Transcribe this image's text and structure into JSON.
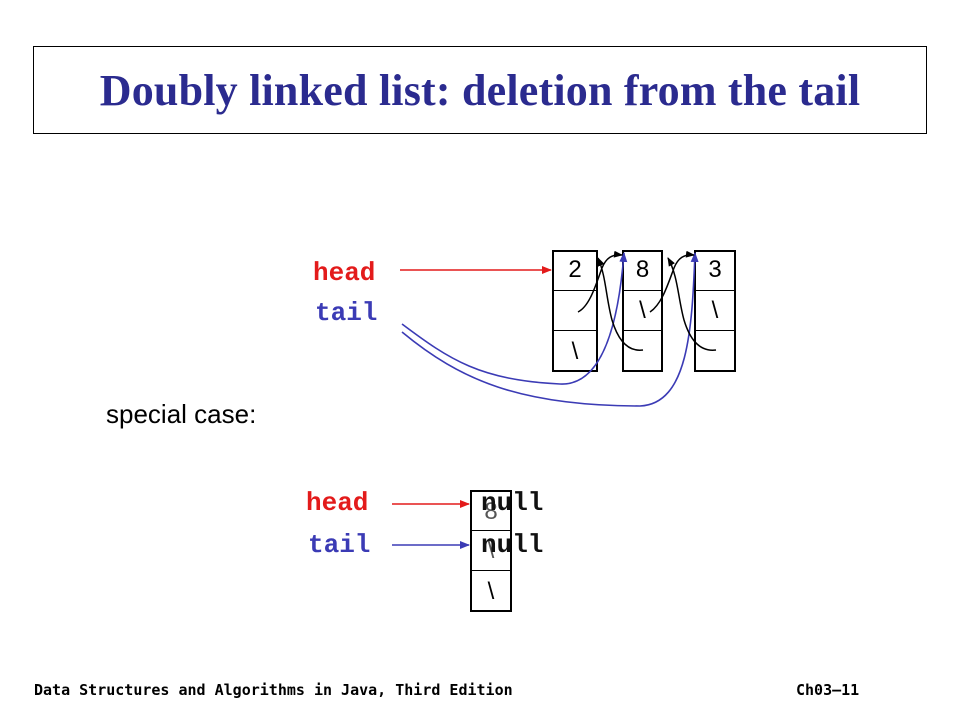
{
  "title": "Doubly linked list: deletion from the tail",
  "top_list": {
    "head_label": "head",
    "tail_label": "tail",
    "nodes": [
      {
        "info": "2",
        "next": "",
        "prev": "\\"
      },
      {
        "info": "8",
        "next": "\\",
        "prev": ""
      },
      {
        "info": "3",
        "next": "\\",
        "prev": ""
      }
    ]
  },
  "special_case": {
    "label": "special case:",
    "head_label": "head",
    "tail_label": "tail",
    "head_value": "null",
    "tail_value": "null",
    "node": {
      "info": "8",
      "next": "\\",
      "prev": "\\"
    }
  },
  "footer": {
    "book": "Data Structures and Algorithms in Java, Third Edition",
    "slide": "Ch03–11"
  },
  "colors": {
    "head": "#e31b1b",
    "tail": "#3b3bb5",
    "title": "#2b2b8f"
  }
}
